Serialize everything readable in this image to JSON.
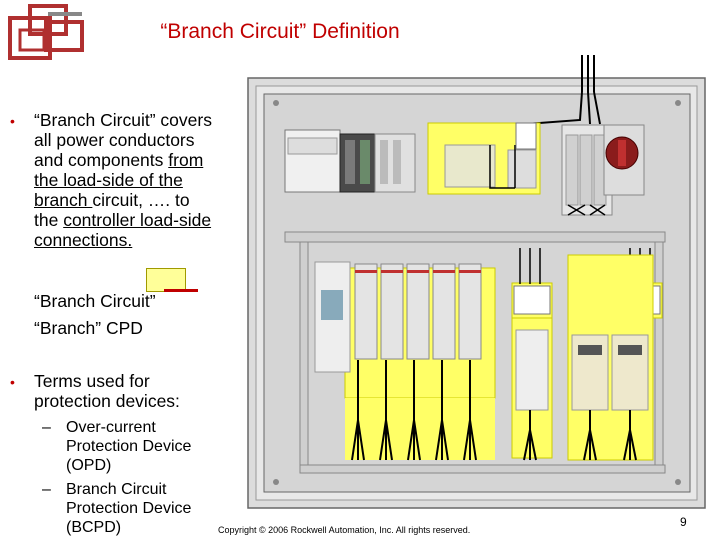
{
  "slide": {
    "title": "“Branch Circuit” Definition",
    "bullet1": {
      "line1": "“Branch Circuit” covers",
      "line2": "all power conductors",
      "line3_pre": "and components ",
      "line3_u": "from",
      "line4_u": "the load-side of the",
      "line5_u": "branch ",
      "line5_rest": "circuit, …. to",
      "line6": "the ",
      "line6_u": "controller load-side",
      "line7_u": "connections."
    },
    "legend": {
      "item1": "“Branch Circuit”",
      "item2": "“Branch” CPD"
    },
    "bullet2": {
      "line1": "Terms used for",
      "line2": "protection devices:",
      "sub1_line1": "Over-current",
      "sub1_line2": "Protection Device",
      "sub1_line3": "(OPD)",
      "sub2_line1": "Branch Circuit",
      "sub2_line2": "Protection Device",
      "sub2_line3": "(BCPD)"
    },
    "bullet_symbol": "•",
    "dash_symbol": "–",
    "footer": "Copyright © 2006 Rockwell Automation, Inc. All rights reserved.",
    "page_number": "9"
  },
  "colors": {
    "title": "#c00000",
    "highlight": "#ffff66",
    "wire": "#000000",
    "accent_red": "#c00000"
  }
}
